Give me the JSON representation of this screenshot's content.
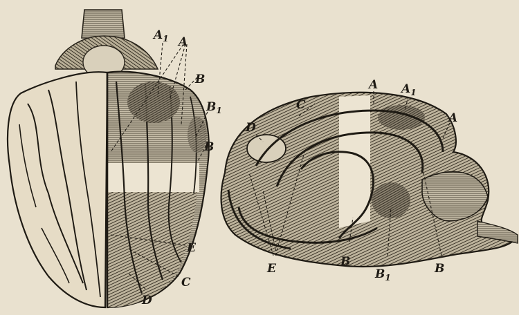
{
  "figure": {
    "labels_top_view": {
      "A1": "A",
      "A1_sub": "1",
      "A": "A",
      "B_upper": "B",
      "B1": "B",
      "B1_sub": "1",
      "B_lower": "B",
      "E": "E",
      "C": "C",
      "D": "D"
    },
    "labels_side_view": {
      "C": "C",
      "D": "D",
      "A_top": "A",
      "A1": "A",
      "A1_sub": "1",
      "A_right": "A",
      "E": "E",
      "B_left": "B",
      "B1": "B",
      "B1_sub": "1",
      "B_right": "B"
    }
  }
}
